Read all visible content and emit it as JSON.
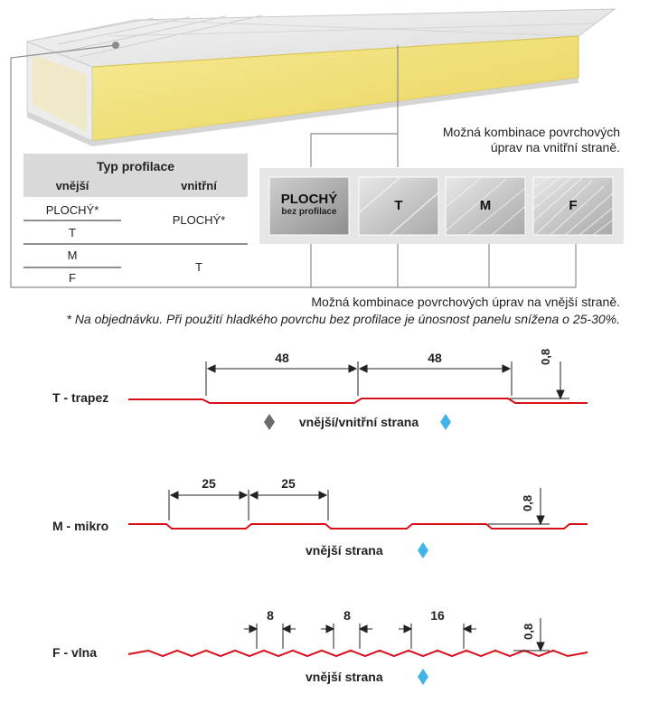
{
  "table": {
    "title": "Typ profilace",
    "col_outer": "vnější",
    "col_inner": "vnitřní",
    "rows_outer": [
      "PLOCHÝ*",
      "T",
      "M",
      "F"
    ],
    "inner_top": "PLOCHÝ*",
    "inner_bottom": "T"
  },
  "inner_note": {
    "line1": "Možná kombinace povrchových",
    "line2": "úprav na vnitřní straně."
  },
  "outer_note": "Možná kombinace povrchových úprav na vnější straně.",
  "footnote": "* Na objednávku. Při použití hladkého povrchu bez profilace je únosnost panelu snížena o 25-30%.",
  "tiles": [
    {
      "label": "PLOCHÝ",
      "sub": "bez profilace"
    },
    {
      "label": "T",
      "sub": ""
    },
    {
      "label": "M",
      "sub": ""
    },
    {
      "label": "F",
      "sub": ""
    }
  ],
  "profiles": {
    "trapez": {
      "name": "T - trapez",
      "dim1": "48",
      "dim2": "48",
      "thickness": "0,8",
      "side": "vnější/vnitřní strana"
    },
    "mikro": {
      "name": "M - mikro",
      "dim1": "25",
      "dim2": "25",
      "thickness": "0,8",
      "side": "vnější strana"
    },
    "vlna": {
      "name": "F - vlna",
      "dim1": "8",
      "dim2": "8",
      "dim3": "16",
      "thickness": "0,8",
      "side": "vnější strana"
    }
  },
  "colors": {
    "profile_line": "#d8101a",
    "diamond_gray": "#6b6b6b",
    "diamond_blue": "#3fb4e8",
    "foam": "#f2e17a",
    "connector": "#8c8c8c"
  }
}
